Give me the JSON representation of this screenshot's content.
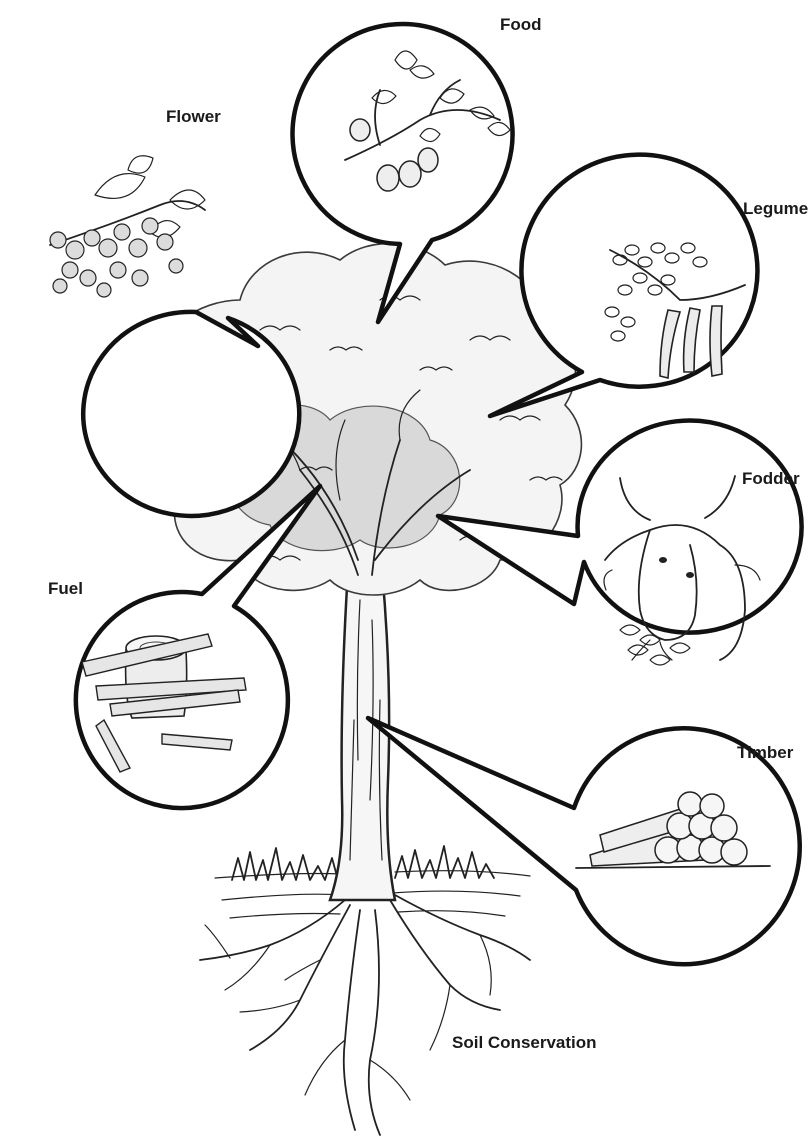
{
  "diagram": {
    "labels": {
      "food": "Food",
      "flower": "Flower",
      "legume": "Legume",
      "fodder": "Fodder",
      "fuel": "Fuel",
      "timber": "Timber",
      "soil_conservation": "Soil Conservation"
    }
  }
}
